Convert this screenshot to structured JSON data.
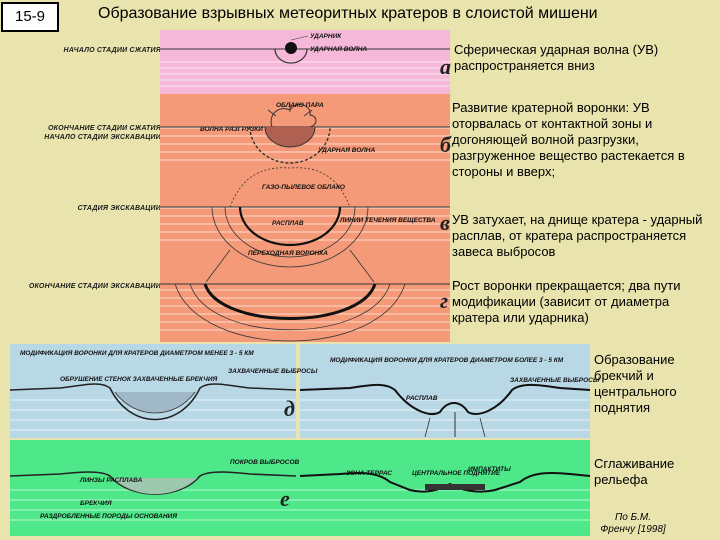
{
  "slide_number": "15-9",
  "title": "Образование взрывных метеоритных кратеров в слоистой мишени",
  "stages": [
    {
      "letter": "а",
      "label": "НАЧАЛО СТАДИИ СЖАТИЯ",
      "description": "Сферическая ударная волна (УВ) распространяется   вниз",
      "annotations": [
        "УДАРНИК",
        "УДАРНАЯ ВОЛНА"
      ]
    },
    {
      "letter": "б",
      "label": "ОКОНЧАНИЕ СТАДИИ СЖАТИЯ НАЧАЛО СТАДИИ ЭКСКАВАЦИИ",
      "description": "Развитие кратерной воронки: УВ оторвалась от контактной зоны и догоняющей волной разгрузки, разгруженное вещество растекается в стороны и вверх;",
      "annotations": [
        "ОБЛАКО ПАРА",
        "ВОЛНА РАЗГРУЗКИ",
        "УДАРНАЯ ВОЛНА"
      ]
    },
    {
      "letter": "в",
      "label": "СТАДИЯ ЭКСКАВАЦИИ",
      "description": "УВ затухает, на днище кратера - ударный расплав, от кратера распространяется завеса выбросов",
      "annotations": [
        "ГАЗО-ПЫЛЕВОЕ ОБЛАКО",
        "РАСПЛАВ",
        "ЛИНИИ ТЕЧЕНИЯ ВЕЩЕСТВА"
      ]
    },
    {
      "letter": "г",
      "label": "ОКОНЧАНИЕ СТАДИИ ЭКСКАВАЦИИ",
      "description": "Рост воронки прекращается; два пути модификации (зависит от диаметра кратера или ударника)",
      "annotations": [
        "ПЕРЕХОДНАЯ ВОРОНКА"
      ]
    },
    {
      "letter": "д",
      "description": "Образование брекчий и центрального поднятия",
      "annotations": [
        "МОДИФИКАЦИЯ ВОРОНКИ ДЛЯ КРАТЕРОВ ДИАМЕТРОМ МЕНЕЕ 3 - 5 КМ",
        "ОБРУШЕНИЕ СТЕНОК ЗАХВАЧЕННЫЕ БРЕКЧИЯ",
        "ЗАХВАЧЕННЫЕ ВЫБРОСЫ",
        "МОДИФИКАЦИЯ ВОРОНКИ ДЛЯ КРАТЕРОВ ДИАМЕТРОМ БОЛЕЕ 3 - 5 КМ",
        "ЗАХВАЧЕННЫЕ ВЫБРОСЫ",
        "РАСПЛАВ"
      ]
    },
    {
      "letter": "е",
      "description": "Сглаживание рельефа",
      "annotations": [
        "ПОКРОВ ВЫБРОСОВ",
        "ЛИНЗЫ РАСПЛАВА",
        "БРЕКЧИЯ",
        "РАЗДРОБЛЕННЫЕ ПОРОДЫ ОСНОВАНИЯ",
        "ЗОНА ТЕРРАС",
        "ЦЕНТРАЛЬНОЕ ПОДНЯТИЕ",
        "ИМПАКТИТЫ"
      ]
    }
  ],
  "credit": "По Б.М. Френчу [1998]",
  "colors": {
    "background": "#e9e4ad",
    "panel_a": "#f5b8d8",
    "panel_bg": "#f59a78",
    "panel_d": "#b9d8e6",
    "panel_e": "#4ee88a"
  }
}
